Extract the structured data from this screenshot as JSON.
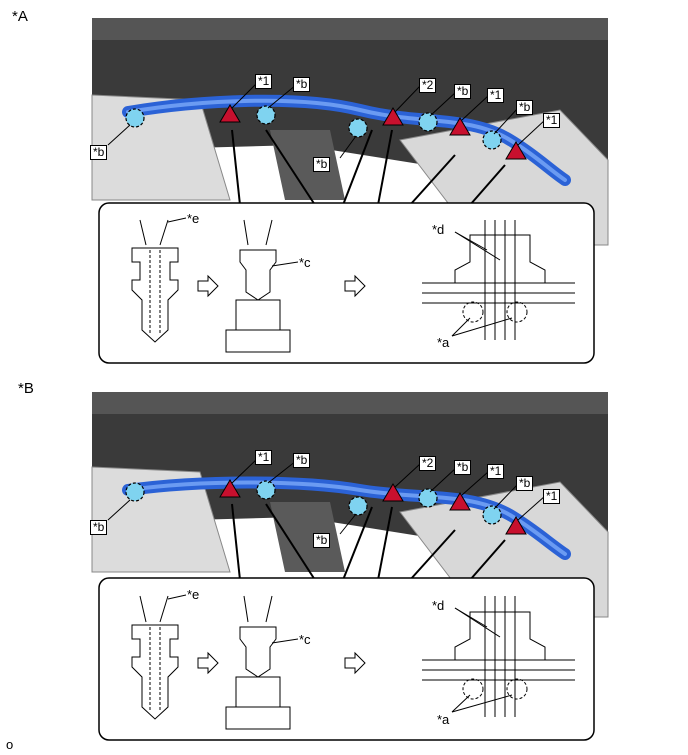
{
  "figure_code": "o",
  "views": [
    {
      "id": "A",
      "title": "*A",
      "callouts": [
        "*1",
        "*b",
        "*2",
        "*b",
        "*1",
        "*b",
        "*1",
        "*b",
        "*b"
      ],
      "detail_labels": {
        "e": "*e",
        "c": "*c",
        "d": "*d",
        "a": "*a"
      }
    },
    {
      "id": "B",
      "title": "*B",
      "callouts": [
        "*1",
        "*b",
        "*2",
        "*b",
        "*1",
        "*b",
        "*1",
        "*b",
        "*b"
      ],
      "detail_labels": {
        "e": "*e",
        "c": "*c",
        "d": "*d",
        "a": "*a"
      }
    }
  ],
  "colors": {
    "airbag_blue": "#2b62d6",
    "clip_cyan": "#7fd3f0",
    "warning_red": "#c8102e",
    "body_gray": "#dcdcdc",
    "roof_dark": "#3a3a3a"
  }
}
